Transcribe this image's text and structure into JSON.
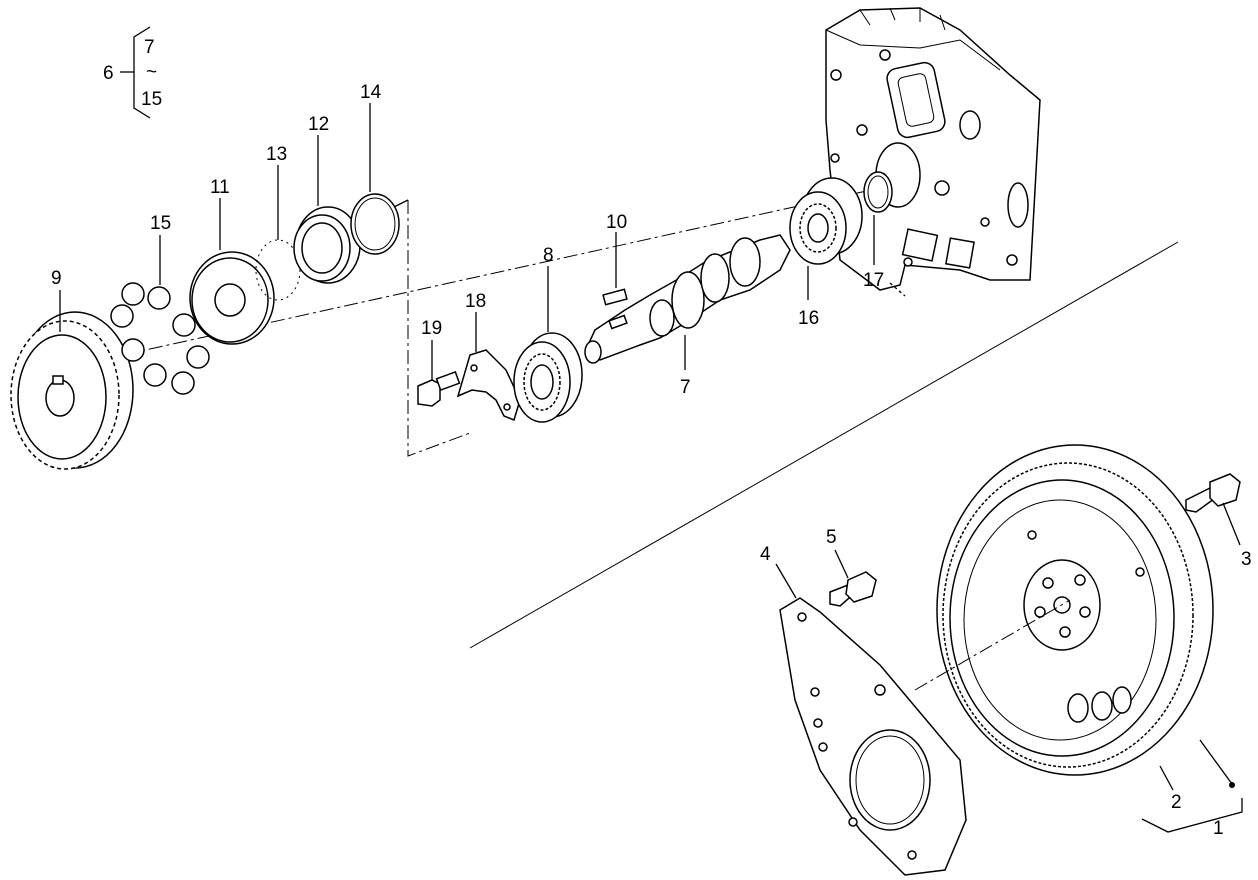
{
  "group_bracket": {
    "group": "6",
    "from": "7",
    "tilde": "~",
    "to": "15"
  },
  "callouts": {
    "c1": "1",
    "c2": "2",
    "c3": "3",
    "c4": "4",
    "c5": "5",
    "c7": "7",
    "c8": "8",
    "c9": "9",
    "c10": "10",
    "c11": "11",
    "c12": "12",
    "c13": "13",
    "c14": "14",
    "c15": "15",
    "c16": "16",
    "c17": "17",
    "c18": "18",
    "c19": "19"
  },
  "colors": {
    "line": "#000000",
    "background": "#ffffff",
    "shade": "#cfcfcf"
  }
}
